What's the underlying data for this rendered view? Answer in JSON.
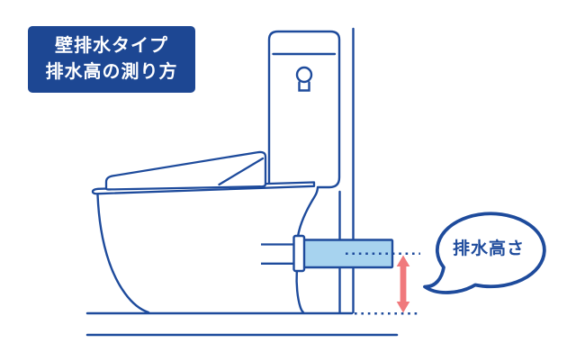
{
  "title_badge": {
    "line1": "壁排水タイプ",
    "line2": "排水高の測り方"
  },
  "callout": {
    "label": "排水高さ"
  },
  "colors": {
    "accent_blue": "#1e4b9c",
    "badge_blue": "#1d4793",
    "pipe_fill": "#a7d3ef",
    "arrow_red": "#f0797c",
    "background": "#ffffff"
  }
}
